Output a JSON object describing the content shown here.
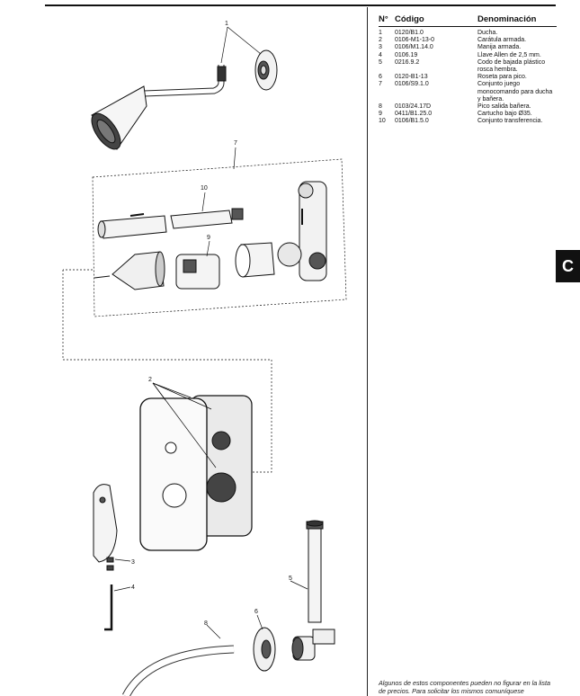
{
  "table": {
    "headers": {
      "num": "N°",
      "code": "Código",
      "name": "Denominación"
    },
    "rows": [
      {
        "num": "1",
        "code": "0120/B1.0",
        "name": "Ducha."
      },
      {
        "num": "2",
        "code": "0106-M1-13-0",
        "name": "Carátula armada."
      },
      {
        "num": "3",
        "code": "0106/M1.14.0",
        "name": "Manija armada."
      },
      {
        "num": "4",
        "code": "0106.19",
        "name": "Llave Allen de 2,5 mm."
      },
      {
        "num": "5",
        "code": "0216.9.2",
        "name": "Codo de bajada plástico rosca hembra."
      },
      {
        "num": "6",
        "code": "0120-B1-13",
        "name": "Roseta para pico."
      },
      {
        "num": "7",
        "code": "0106/S9.1.0",
        "name": "Conjunto juego monocomando para ducha y bañera."
      },
      {
        "num": "8",
        "code": "0103/24.17D",
        "name": "Pico salida bañera."
      },
      {
        "num": "9",
        "code": "0411/B1.25.0",
        "name": "Cartucho bajo Ø35."
      },
      {
        "num": "10",
        "code": "0106/B1.5.0",
        "name": "Conjunto transferencia."
      }
    ]
  },
  "section_tab": "C",
  "footnote": "Algunos de estos componentes pueden no figurar en la lista de precios. Para solicitar los mismos comuníquese",
  "callouts": {
    "c1": "1",
    "c2": "2",
    "c3": "3",
    "c4": "4",
    "c5": "5",
    "c6": "6",
    "c7": "7",
    "c8": "8",
    "c9": "9",
    "c10": "10"
  }
}
